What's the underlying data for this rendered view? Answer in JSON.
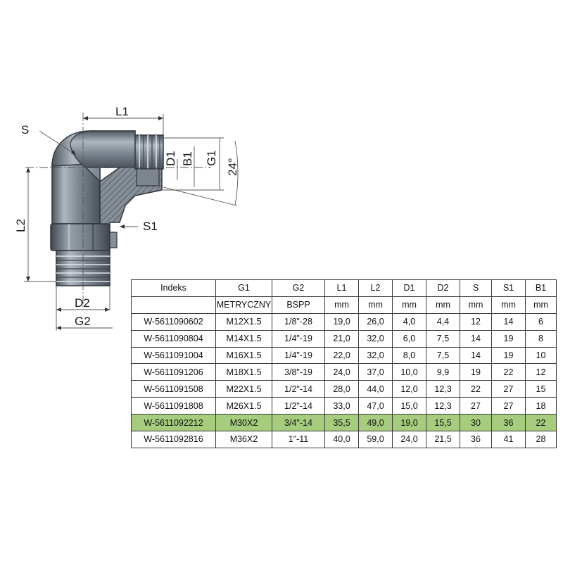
{
  "drawing": {
    "labels": {
      "s": "S",
      "l1": "L1",
      "l2": "L2",
      "s1": "S1",
      "d1": "D1",
      "b1": "B1",
      "g1": "G1",
      "angle": "24°",
      "d2": "D2",
      "g2": "G2"
    },
    "colors": {
      "body": "#5e6772",
      "body_light": "#aeb6bf",
      "highlight_row": "#a6cc7d"
    }
  },
  "table": {
    "headers": [
      "Indeks",
      "G1",
      "G2",
      "L1",
      "L2",
      "D1",
      "D2",
      "S",
      "S1",
      "B1"
    ],
    "units": [
      "",
      "METRYCZNY",
      "BSPP",
      "mm",
      "mm",
      "mm",
      "mm",
      "mm",
      "mm",
      "mm"
    ],
    "rows": [
      [
        "W-5611090602",
        "M12X1.5",
        "1/8\"-28",
        "19,0",
        "26,0",
        "4,0",
        "4,4",
        "12",
        "14",
        "6"
      ],
      [
        "W-5611090804",
        "M14X1.5",
        "1/4\"-19",
        "21,0",
        "32,0",
        "6,0",
        "7,5",
        "14",
        "19",
        "8"
      ],
      [
        "W-5611091004",
        "M16X1.5",
        "1/4\"-19",
        "22,0",
        "32,0",
        "8,0",
        "7,5",
        "14",
        "19",
        "10"
      ],
      [
        "W-5611091206",
        "M18X1.5",
        "3/8\"-19",
        "24,0",
        "37,0",
        "10,0",
        "9,9",
        "19",
        "22",
        "12"
      ],
      [
        "W-5611091508",
        "M22X1.5",
        "1/2\"-14",
        "28,0",
        "44,0",
        "12,0",
        "12,3",
        "22",
        "27",
        "15"
      ],
      [
        "W-5611091808",
        "M26X1.5",
        "1/2\"-14",
        "33,0",
        "47,0",
        "15,0",
        "12,3",
        "27",
        "27",
        "18"
      ],
      [
        "W-5611092212",
        "M30X2",
        "3/4\"-14",
        "35,5",
        "49,0",
        "19,0",
        "15,5",
        "30",
        "36",
        "22"
      ],
      [
        "W-5611092816",
        "M36X2",
        "1\"-11",
        "40,0",
        "59,0",
        "24,0",
        "21,5",
        "36",
        "41",
        "28"
      ]
    ],
    "highlighted_row_index": 6
  }
}
